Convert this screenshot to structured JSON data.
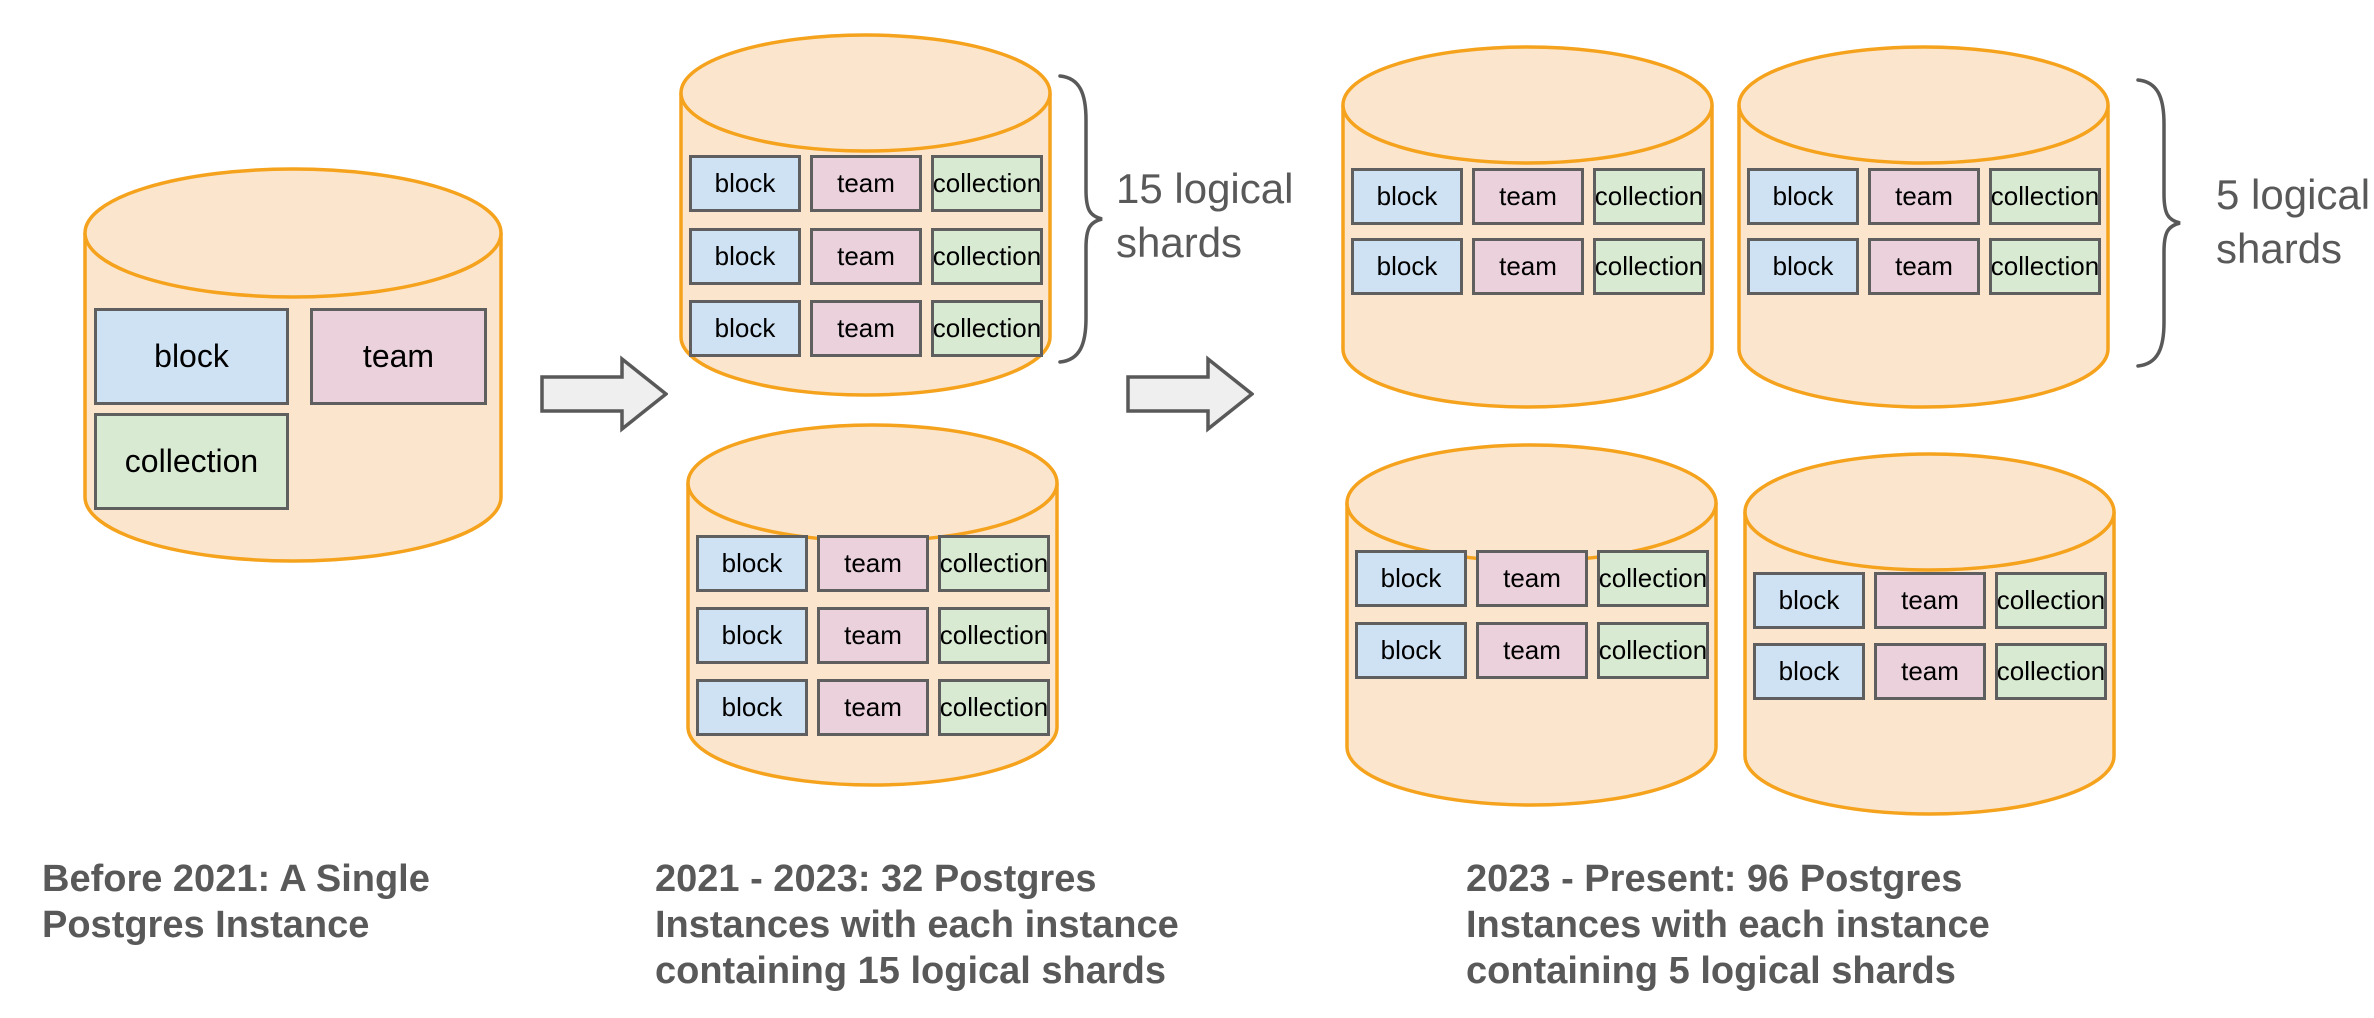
{
  "labels": {
    "block": "block",
    "team": "team",
    "collection": "collection"
  },
  "stage1": {
    "caption_lines": [
      "Before 2021: A Single",
      "Postgres Instance"
    ]
  },
  "stage2": {
    "caption_lines": [
      "2021 - 2023: 32 Postgres",
      "Instances with each instance",
      "containing 15 logical shards"
    ],
    "shard_note_lines": [
      "15 logical",
      "shards"
    ]
  },
  "stage3": {
    "caption_lines": [
      "2023 - Present: 96 Postgres",
      "Instances with each instance",
      "containing 5 logical shards"
    ],
    "shard_note_lines": [
      "5 logical",
      "shards"
    ]
  },
  "colors": {
    "cylinder_fill": "#FCE5CD",
    "cylinder_stroke": "#F5A21D",
    "block_fill": "#CFE2F3",
    "team_fill": "#EAD1DC",
    "collection_fill": "#D9EAD3",
    "box_border": "#5F5F5F",
    "text_gray": "#595959",
    "arrow_fill": "#EFEFEF",
    "arrow_stroke": "#595959",
    "brace_stroke": "#595959",
    "box_text": "#000000",
    "background": "#FFFFFF"
  }
}
